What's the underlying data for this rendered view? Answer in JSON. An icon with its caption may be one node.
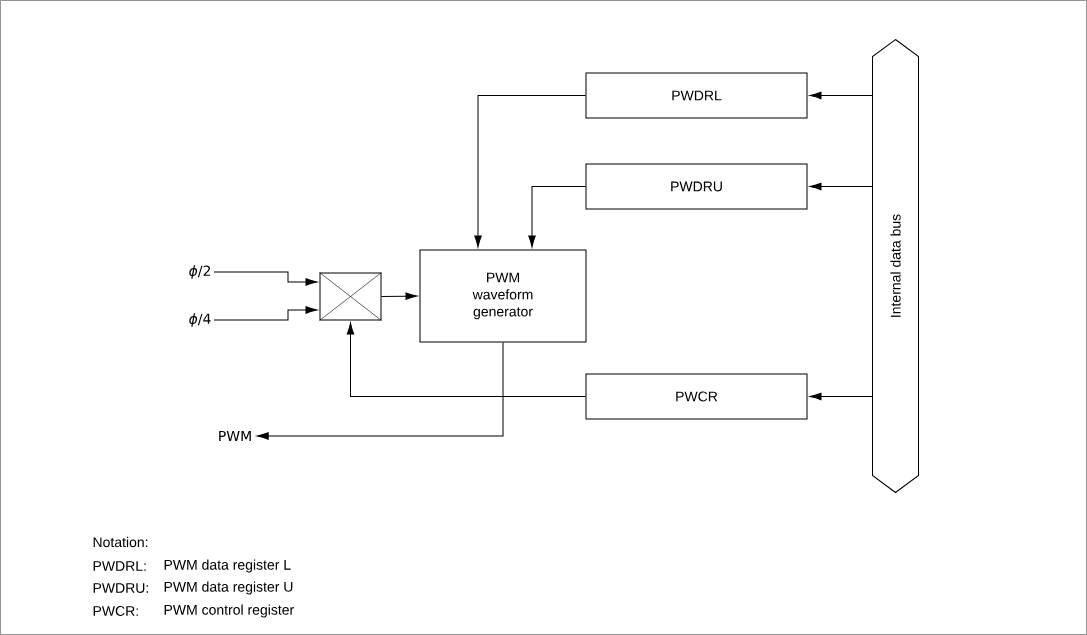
{
  "diagram": {
    "nodes": [
      {
        "text": [
          "*ϕ*/2"
        ]
      },
      {
        "text": [
          "*ϕ*/4"
        ]
      },
      {
        "text": [],
        "shape": "box"
      },
      {
        "text": [
          "PWM waveform generator"
        ]
      },
      {
        "text": [
          "PWDRL"
        ]
      },
      {
        "text": [
          "PWDRU"
        ]
      },
      {
        "text": [
          "PWCR"
        ]
      },
      {
        "text": [
          "Internal data bus"
        ]
      },
      {
        "text": [
          "PWM"
        ]
      }
    ],
    "edges": [
      {
        "from": 0,
        "to": 2,
        "arrow": "to"
      },
      {
        "from": 1,
        "to": 2,
        "arrow": "to"
      },
      {
        "from": 2,
        "to": 3,
        "arrow": "to"
      },
      {
        "from": 4,
        "to": 3,
        "arrow": "to"
      },
      {
        "from": 5,
        "to": 3,
        "arrow": "to"
      },
      {
        "from": 6,
        "to": 2,
        "arrow": "to"
      },
      {
        "from": 3,
        "to": 8,
        "arrow": "to"
      },
      {
        "from": 7,
        "to": 4,
        "arrow": "to"
      },
      {
        "from": 7,
        "to": 5,
        "arrow": "to"
      },
      {
        "from": 7,
        "to": 6,
        "arrow": "to"
      }
    ],
    "labels": [
      "Notation:",
      "PWDRL:",
      "PWM data register L",
      "PWDRU:",
      "PWM data register U",
      "PWCR:",
      "PWM control register"
    ]
  }
}
